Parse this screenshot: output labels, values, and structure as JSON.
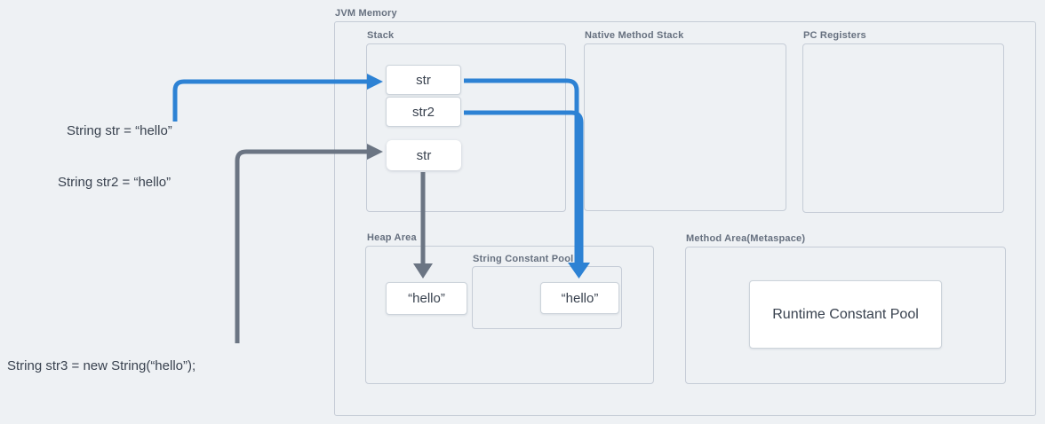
{
  "title": "JVM Memory",
  "code": {
    "line1": "String str = “hello”",
    "line2": "String str2 = “hello”",
    "line3": "String str3 = new String(“hello”);"
  },
  "stack": {
    "label": "Stack",
    "var1": "str",
    "var2": "str2",
    "var3": "str"
  },
  "native_method_stack": {
    "label": "Native Method Stack"
  },
  "pc_registers": {
    "label": "PC Registers"
  },
  "heap": {
    "label": "Heap Area",
    "object_value": "“hello”"
  },
  "string_constant_pool": {
    "label": "String Constant Pool",
    "literal_value": "“hello”"
  },
  "method_area": {
    "label": "Method Area(Metaspace)",
    "runtime_constant_pool": "Runtime Constant Pool"
  },
  "colors": {
    "background": "#eef1f4",
    "frame_border": "#c5ccd6",
    "white_box_border": "#ccd3da",
    "label_text": "#66707f",
    "box_text": "#39424f",
    "reference_arrow_blue": "#2d82d4",
    "object_arrow_gray": "#6b7583"
  }
}
